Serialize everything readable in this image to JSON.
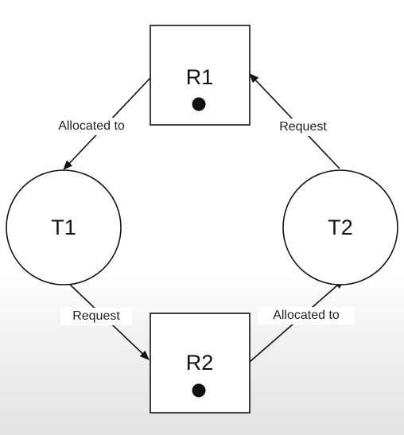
{
  "nodes": {
    "r1": {
      "label": "R1",
      "kind": "resource",
      "instances": 1
    },
    "r2": {
      "label": "R2",
      "kind": "resource",
      "instances": 1
    },
    "t1": {
      "label": "T1",
      "kind": "thread"
    },
    "t2": {
      "label": "T2",
      "kind": "thread"
    }
  },
  "edges": [
    {
      "from": "r1",
      "to": "t1",
      "label": "Allocated to"
    },
    {
      "from": "t2",
      "to": "r1",
      "label": "Request"
    },
    {
      "from": "t1",
      "to": "r2",
      "label": "Request"
    },
    {
      "from": "r2",
      "to": "t2",
      "label": "Allocated to"
    }
  ],
  "colors": {
    "stroke": "#111111",
    "fill": "#ffffff"
  }
}
